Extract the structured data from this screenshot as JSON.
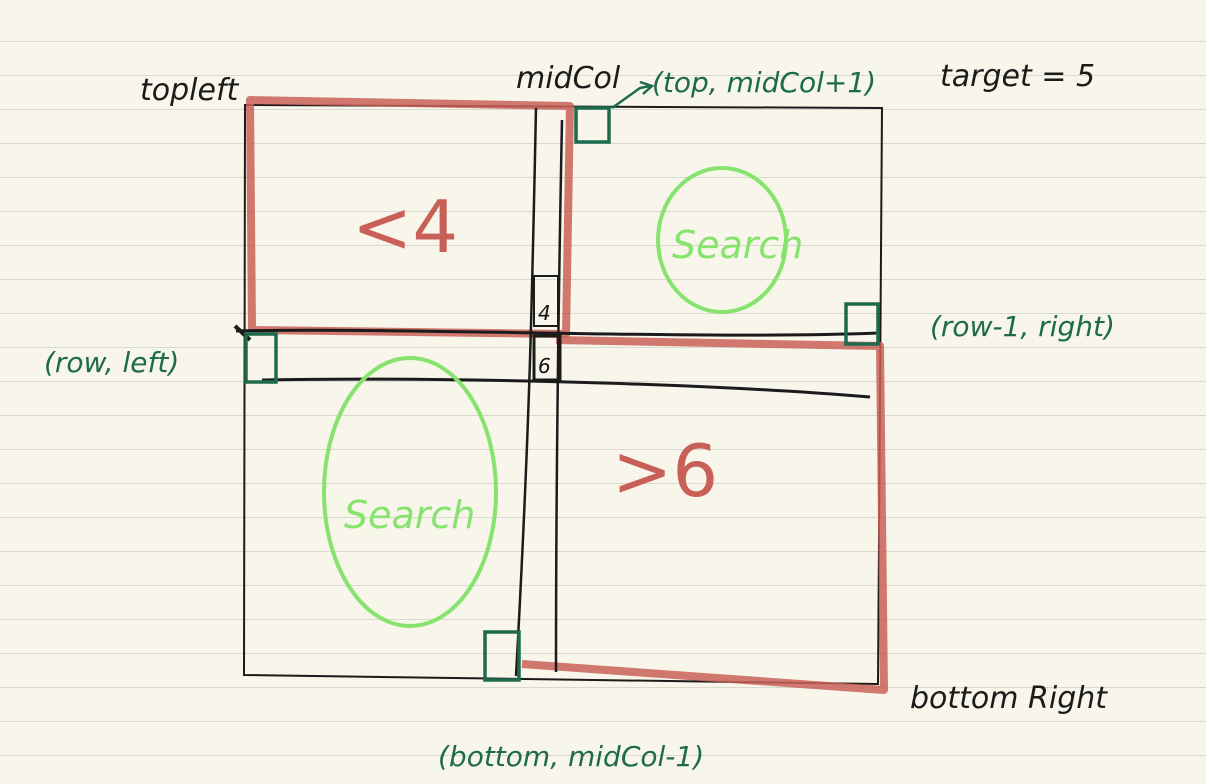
{
  "labels": {
    "top_left": "topleft",
    "mid_col": "midCol",
    "top_mid_col_plus_one": "(top, midCol+1)",
    "target": "target = 5",
    "row_minus_one_right": "(row-1, right)",
    "row_left": "(row, left)",
    "bottom_right": "bottom Right",
    "bottom_mid_col_minus_one": "(bottom, midCol-1)"
  },
  "regions": {
    "top_left_region": "<4",
    "bottom_right_region": ">6",
    "top_right_region": "Search",
    "bottom_left_region": "Search"
  },
  "cells": {
    "upper_value": "4",
    "lower_value": "6"
  },
  "colors": {
    "paper": "#f8f5ea",
    "ink": "#1b1b1b",
    "red_highlight": "#c96058",
    "green_search": "#86e36d",
    "teal_marker": "#1d6a4d"
  }
}
